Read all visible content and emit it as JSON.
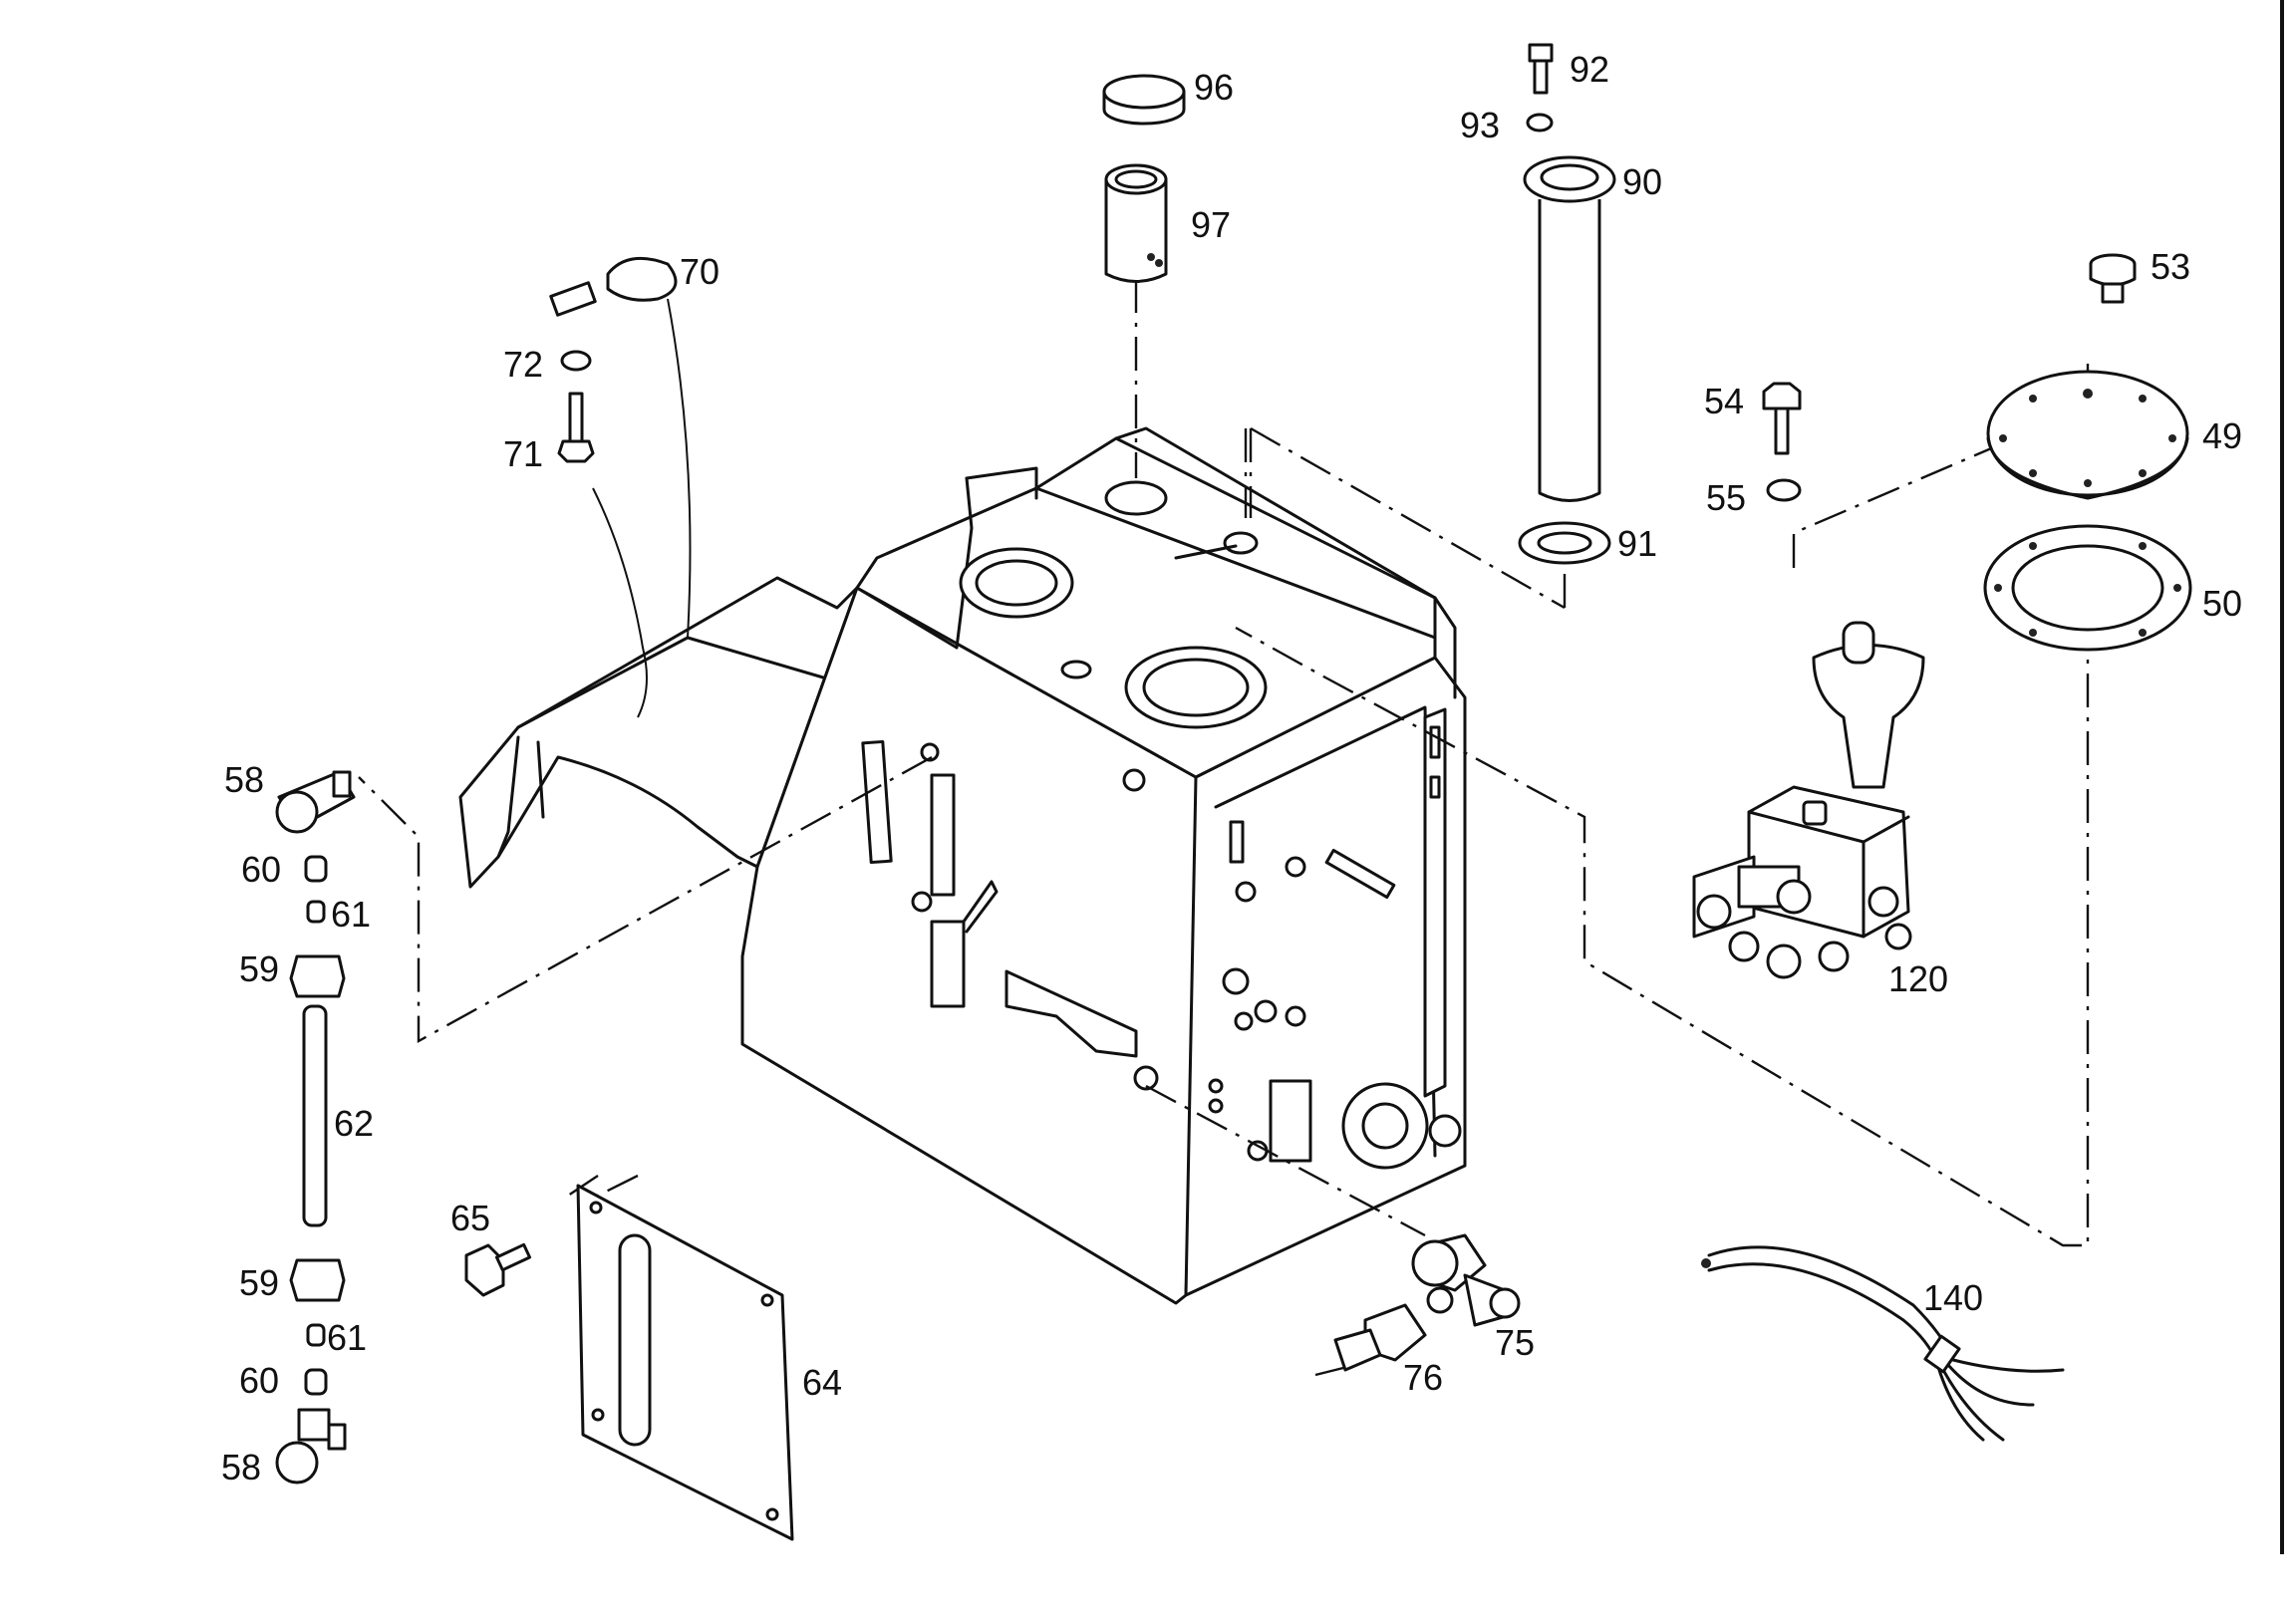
{
  "callouts": {
    "c96": "96",
    "c97": "97",
    "c92": "92",
    "c93": "93",
    "c90": "90",
    "c91": "91",
    "c70": "70",
    "c72": "72",
    "c71": "71",
    "c53": "53",
    "c49": "49",
    "c50": "50",
    "c54": "54",
    "c55": "55",
    "c120": "120",
    "c58a": "58",
    "c60a": "60",
    "c61a": "61",
    "c59a": "59",
    "c62": "62",
    "c59b": "59",
    "c61b": "61",
    "c60b": "60",
    "c58b": "58",
    "c65": "65",
    "c64": "64",
    "c75": "75",
    "c76": "76",
    "c140": "140"
  },
  "colors": {
    "ink": "#111111",
    "paper": "#ffffff"
  }
}
